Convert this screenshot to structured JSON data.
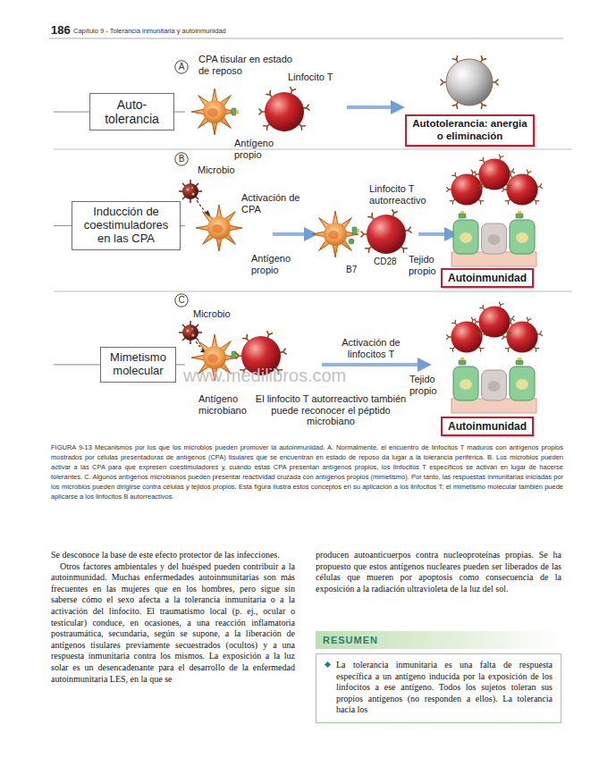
{
  "diagram": {
    "caption": "FIGURA 9-13 Mecanismos por los que los microbios pueden promover la autoinmunidad. A. Normalmente, el encuentro de linfocitos T maduros con antígenos propios mostrados por células presentadoras de antígenos (CPA) tisulares que se encuentran en estado de reposo da lugar a la tolerancia periférica. B. Los microbios pueden activar a las CPA para que expresen coestimuladores y, cuando estas CPA presentan antígenos propios, los linfocitos T específicos se activan en lugar de hacerse tolerantes. C. Algunos antígenos microbianos pueden presentar reactividad cruzada con antígenos propios (mimetismo). Por tanto, las respuestas inmunitarias iniciadas por los microbios pueden dirigirse contra células y tejidos propios. Esta figura ilustra estos conceptos en su aplicación a los linfocitos T; el mimetismo molecular también puede aplicarse a los linfocitos B autorreactivos.",
    "nodes": [
      {
        "text": [
          "A"
        ]
      },
      {
        "text": [
          "Auto-tolerancia"
        ]
      },
      {
        "text": [
          "Autotolerancia: anergia o eliminación"
        ]
      },
      {
        "text": [
          "B"
        ]
      },
      {
        "text": [
          "Inducción de coestimuladores en las CPA"
        ]
      },
      {
        "text": [
          "Autoinmunidad"
        ]
      },
      {
        "text": [
          "C"
        ]
      },
      {
        "text": [
          "Mimetismo molecular"
        ]
      },
      {
        "text": [
          "Autoinmunidad"
        ]
      },
      {
        "text": [
          "RESUMEN",
          "La tolerancia inmunitaria es una falta de respuesta específica a un antígeno inducida por la exposición de los linfocitos a ese antígeno. Todos los sujetos toleran sus propios antígenos (no responden a ellos). La tolerancia hacia los"
        ]
      }
    ],
    "labels": [
      "186",
      "Capítulo 9 - Tolerancia inmunitaria y autoinmunidad",
      "CPA tisular en estado de reposo",
      "Linfocito T",
      "Antígeno propio",
      "Microbio",
      "Activación de CPA",
      "Linfocito T autorreactivo",
      "Antígeno propio",
      "B7",
      "CD28",
      "Tejido propio",
      "Microbio",
      "Activación de linfocitos T",
      "Antígeno microbiano",
      "El linfocito T autorreactivo también puede reconocer el péptido microbiano",
      "Tejido propio",
      "www.medilibros.com",
      "Se desconoce la base de este efecto protector de las infecciones.",
      "Otros factores ambientales y del huésped pueden contribuir a la autoinmunidad. Muchas enfermedades autoinmunitarias son más frecuentes en las mujeres que en los hombres, pero sigue sin saberse cómo el sexo afecta a la tolerancia inmunitaria o a la activación del linfocito. El traumatismo local (p. ej., ocular o testicular) conduce, en ocasiones, a una reacción inflamatoria postraumática, secundaria, según se supone, a la liberación de antígenos tisulares previamente secuestrados (ocultos) y a una respuesta inmunitaria contra los mismos. La exposición a la luz solar es un desencadenante para el desarrollo de la enfermedad autoinmunitaria LES, en la que se",
      "producen autoanticuerpos contra nucleoproteínas propias. Se ha propuesto que estos antígenos nucleares pueden ser liberados de las células que mueren por apoptosis como consecuencia de la exposición a la radiación ultravioleta de la luz del sol."
    ]
  }
}
